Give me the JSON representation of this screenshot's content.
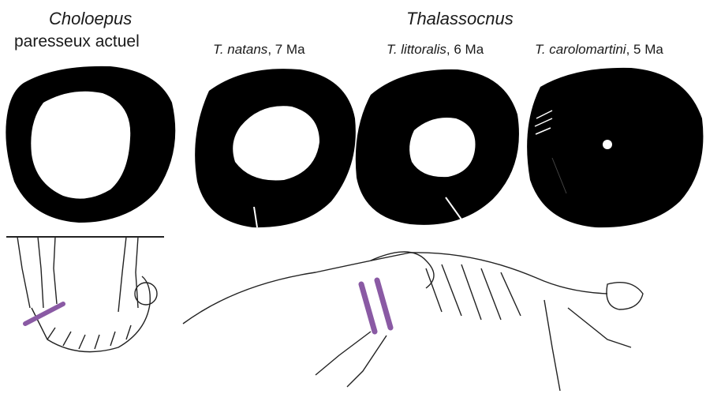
{
  "header": {
    "choloepus_genus": "Choloepus",
    "choloepus_subtitle": "paresseux actuel",
    "thalassocnus_genus": "Thalassocnus"
  },
  "specimens": [
    {
      "species": "T. natans",
      "age": ", 7 Ma"
    },
    {
      "species": "T. littoralis",
      "age": ", 6 Ma"
    },
    {
      "species": "T. carolomartini",
      "age": ", 5 Ma"
    }
  ],
  "colors": {
    "bone_section": "#000000",
    "marrow": "#ffffff",
    "highlight_bone": "#8a5aa4",
    "skeleton_outline": "#222222"
  },
  "icons": [
    "bone-cross-section-icon",
    "sloth-skeleton-icon",
    "thalassocnus-skeleton-icon"
  ]
}
